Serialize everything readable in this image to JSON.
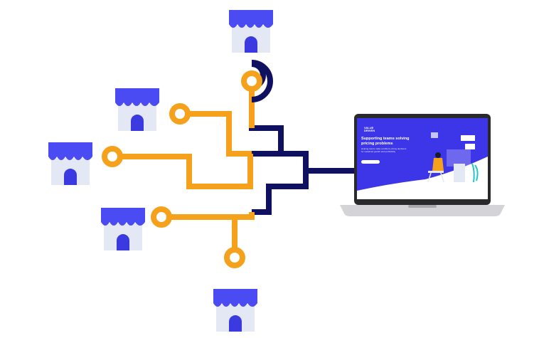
{
  "colors": {
    "store_awning": "#4b4bf4",
    "store_body": "#e4e8f4",
    "store_door": "#3a3ae0",
    "trace_orange": "#f5a11c",
    "trace_navy": "#0f1160",
    "laptop_body": "#c8c8cc",
    "screen_bg": "#3c36e8"
  },
  "icons": {
    "store": "store-icon",
    "laptop": "laptop-icon"
  },
  "laptop_screen": {
    "logo": "VALUE DRIVEN",
    "heading": "Supporting teams solving pricing problems",
    "body": "Helping teams make confident pricing decisions for sustained growth and profitability",
    "button": ""
  }
}
